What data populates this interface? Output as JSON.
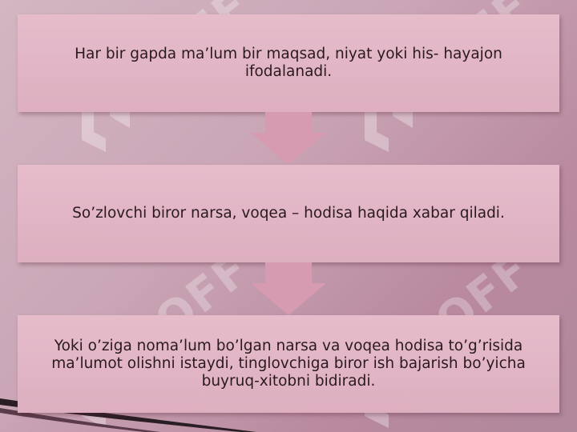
{
  "watermark": {
    "text": "SOFF"
  },
  "steps": [
    {
      "text": "Har bir  gapda ma’lum bir maqsad, niyat yoki his- hayajon ifodalanadi."
    },
    {
      "text": "So’zlovchi biror narsa, voqea – hodisa haqida xabar qiladi."
    },
    {
      "text": "Yoki o’ziga noma’lum bo’lgan narsa va voqea hodisa to’g’risida ma’lumot olishni istaydi, tinglovchiga biror ish bajarish bo’yicha buyruq-xitobni bidiradi."
    }
  ],
  "colors": {
    "box": "#e0b3c3",
    "arrow": "#d99bb2",
    "text": "#2a1a1f"
  }
}
